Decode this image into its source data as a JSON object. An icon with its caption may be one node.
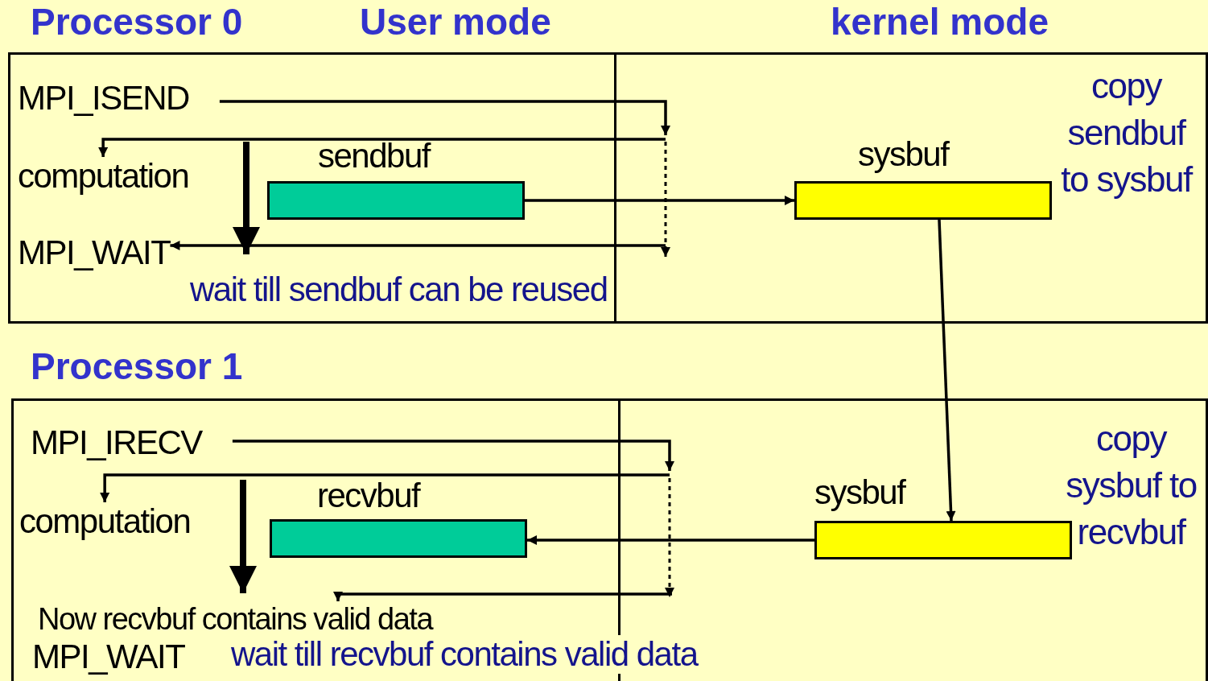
{
  "diagram": {
    "nodes": [
      {
        "text": [],
        "shape": "box"
      },
      {
        "text": [
          "MPI_ISEND"
        ],
        "in": 0
      },
      {
        "text": [
          "computation"
        ],
        "in": 0
      },
      {
        "text": [
          "sendbuf"
        ],
        "in": 0
      },
      {
        "text": [
          "sysbuf"
        ],
        "in": 0
      },
      {
        "text": [
          "MPI_WAIT"
        ],
        "in": 0
      },
      {
        "text": [],
        "shape": "box"
      },
      {
        "text": [
          "MPI_IRECV"
        ],
        "in": 6
      },
      {
        "text": [
          "computation"
        ],
        "in": 6
      },
      {
        "text": [
          "recvbuf"
        ],
        "in": 6
      },
      {
        "text": [
          "sysbuf"
        ],
        "in": 6
      },
      {
        "text": [
          "Now recvbuf contains valid data"
        ],
        "in": 6
      },
      {
        "text": [
          "MPI_WAIT"
        ],
        "in": 6
      }
    ],
    "edges": [
      {
        "from": 1,
        "to": null,
        "arrow": "to"
      },
      {
        "from": null,
        "to": 2,
        "arrow": "to"
      },
      {
        "from": 3,
        "to": 4,
        "arrow": "to"
      },
      {
        "from": null,
        "to": 5,
        "arrow": "to",
        "label": "wait till sendbuf can be reused"
      },
      {
        "from": 4,
        "to": 10,
        "arrow": "to"
      },
      {
        "from": 7,
        "to": null,
        "arrow": "to"
      },
      {
        "from": null,
        "to": 8,
        "arrow": "to"
      },
      {
        "from": 10,
        "to": 9,
        "arrow": "to"
      },
      {
        "from": null,
        "to": 11,
        "arrow": "to"
      }
    ],
    "labels": [
      "Processor 0",
      "User mode",
      "kernel mode",
      "copy sendbuf to sysbuf",
      "Processor 1",
      "copy sysbuf to recvbuf",
      "wait till recvbuf contains valid data"
    ]
  }
}
